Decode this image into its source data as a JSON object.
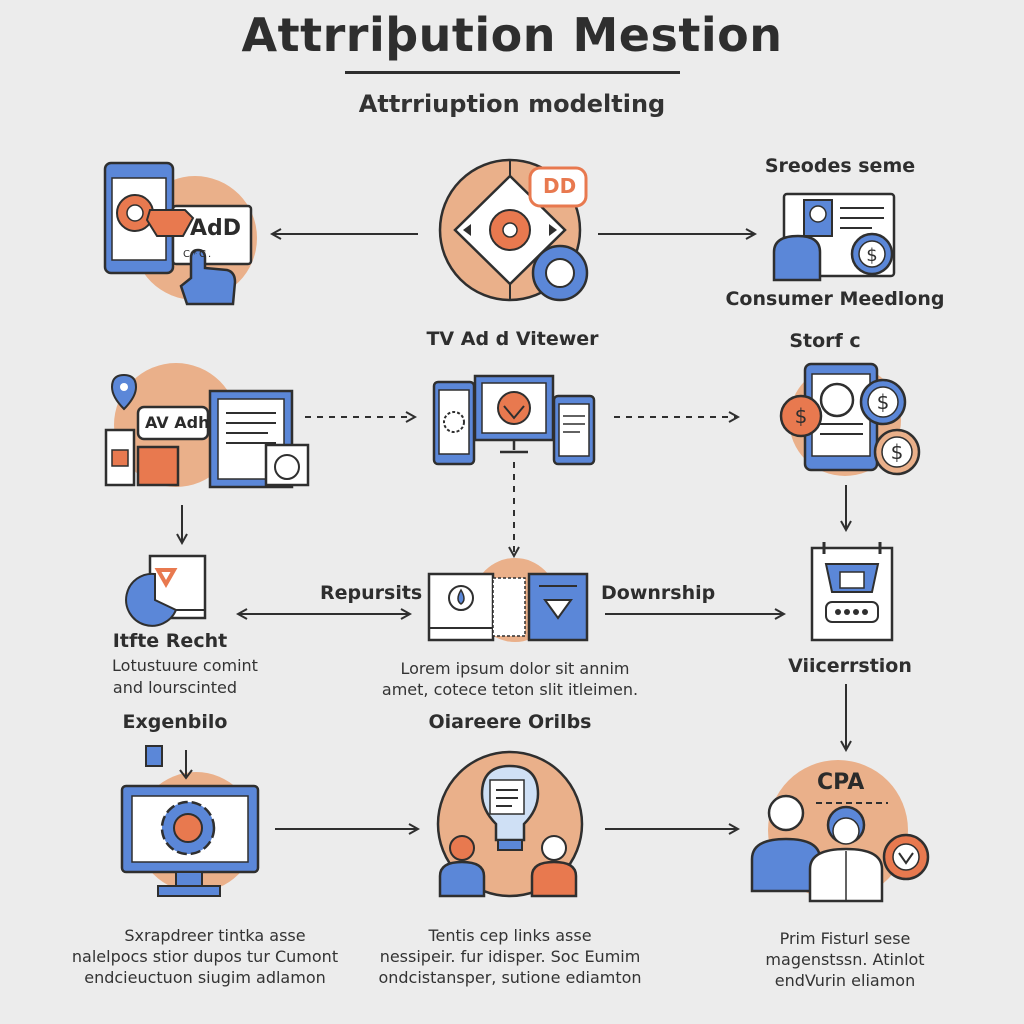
{
  "title": "Attrriþution Mestion",
  "subtitle": "Attrriuption modelting",
  "colors": {
    "blue": "#5b87d8",
    "orange": "#e8794f",
    "peach": "#eab08a",
    "outline": "#2f2f2f",
    "paper": "#ffffff",
    "background": "#ececec"
  },
  "nodes": {
    "row1_left": {
      "badge": "AdD",
      "small": "C*C."
    },
    "row1_center": {
      "badge": "DD",
      "label": "TV Ad d Vitewer"
    },
    "row1_right": {
      "label_top": "Sreodes seme",
      "label_bottom": "Consumer Meedlong"
    },
    "row2_left": {
      "badge": "AV Adh",
      "label": "Itfte Recht",
      "desc": [
        "Lotustuure comint",
        "and lourscinted"
      ]
    },
    "row2_center": {
      "label_left": "Repursits",
      "label_right": "Downrship",
      "desc": [
        "Lorem ipsum dolor sit annim",
        "amet, cotece teton slit itleimen."
      ]
    },
    "row2_right": {
      "label_top": "Storf c",
      "label_bottom": "Viicerrstion"
    },
    "row3_left": {
      "label": "Exgenbilo",
      "desc": [
        "Sxrapdreer tintka asse",
        "nalelpocs stior dupos tur Cumont",
        "endcieuctuon siugim adlamon"
      ]
    },
    "row3_center": {
      "label": "Oiareere Orilbs",
      "desc": [
        "Tentis cep links asse",
        "nessipeir. fur idisper. Soc Eumim",
        "ondcistansper, sutione ediamton"
      ]
    },
    "row3_right": {
      "badge": "CPA",
      "desc": [
        "Prim Fisturl sese",
        "magenstssn. Atinlot",
        "endVurin eliamon"
      ]
    }
  }
}
